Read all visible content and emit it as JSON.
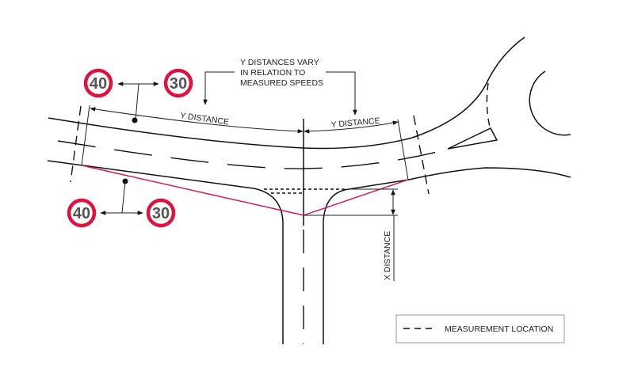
{
  "annotation": {
    "note_lines": [
      "Y DISTANCES VARY",
      "IN RELATION TO",
      "MEASURED SPEEDS"
    ],
    "y_distance_left": "Y DISTANCE",
    "y_distance_right": "Y DISTANCE",
    "x_distance": "X DISTANCE"
  },
  "signs": {
    "upper": {
      "from": "40",
      "to": "30"
    },
    "lower": {
      "from": "40",
      "to": "30"
    },
    "ring_color": "#e0103f"
  },
  "legend": {
    "label": "MEASUREMENT LOCATION"
  },
  "colors": {
    "visibility_splay": "#d4114a",
    "linework": "#111111"
  }
}
